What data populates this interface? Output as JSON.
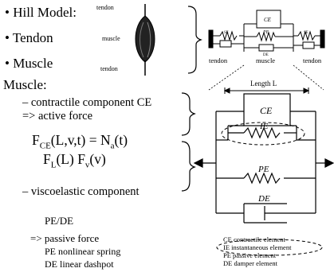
{
  "bullets": [
    "Hill Model:",
    "Tendon",
    "Muscle"
  ],
  "muscle_icon_labels": {
    "top": "tendon",
    "middle": "muscle",
    "bottom": "tendon"
  },
  "muscle_heading": "Muscle:",
  "items": {
    "ce_line": "– contractile component CE",
    "ce_arrow": "=> active force",
    "formula_line1": "F",
    "formula_sub1": "CE",
    "formula_rest1": "(L,v,t) = N",
    "formula_sub2": "a",
    "formula_rest2": "(t)",
    "formula_line2_a": "F",
    "formula_sub3": "L",
    "formula_rest3": "(L) F",
    "formula_sub4": "v",
    "formula_rest4": "(v)",
    "visco_line": "– viscoelastic component",
    "pede": "PE/DE",
    "passive": "=> passive force",
    "pe_spring": "PE nonlinear spring",
    "de_dashpot": "DE linear dashpot"
  },
  "top_diagram": {
    "labels": {
      "ce": "CE",
      "pe": "PE",
      "se_left": "SE",
      "se_right": "SE",
      "de": "DE"
    },
    "captions": {
      "left": "tendon",
      "middle": "muscle",
      "right": "tendon"
    }
  },
  "main_diagram": {
    "length_label": "Length L",
    "element_labels": {
      "ce": "CE",
      "ie": "IE",
      "pe": "PE",
      "de": "DE"
    }
  },
  "legend": [
    "CE contractile element",
    "IE instantaneous element",
    "PE passive element",
    "DE damper element"
  ]
}
